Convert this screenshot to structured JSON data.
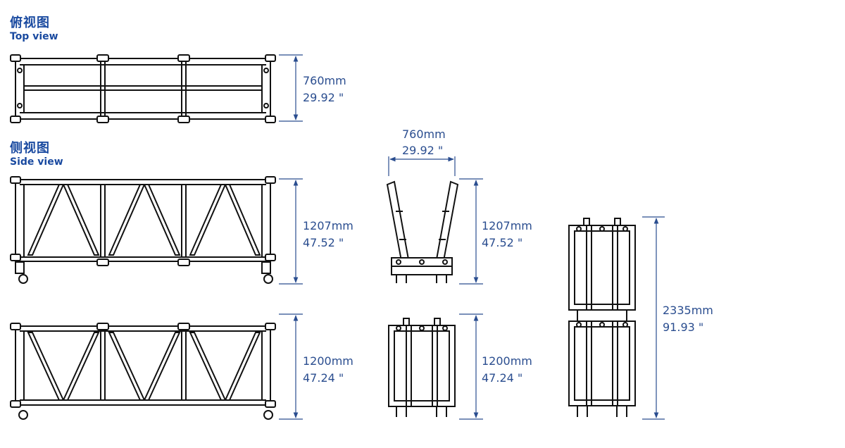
{
  "headings": {
    "top_view": {
      "cn": "俯视图",
      "en": "Top view"
    },
    "side_view": {
      "cn": "侧视图",
      "en": "Side view"
    }
  },
  "dimensions": {
    "top_depth": {
      "metric": "760mm",
      "imperial": "29.92 \""
    },
    "folded_width": {
      "metric": "760mm",
      "imperial": "29.92 \""
    },
    "side_open_h": {
      "metric": "1207mm",
      "imperial": "47.52 \""
    },
    "folded_open_h": {
      "metric": "1207mm",
      "imperial": "47.52 \""
    },
    "side_closed_h": {
      "metric": "1200mm",
      "imperial": "47.24 \""
    },
    "folded_closed_h": {
      "metric": "1200mm",
      "imperial": "47.24 \""
    },
    "stacked_h": {
      "metric": "2335mm",
      "imperial": "91.93 \""
    }
  },
  "colors": {
    "heading": "#1a4aa0",
    "dimension": "#2a4d8f",
    "line": "#111111"
  }
}
